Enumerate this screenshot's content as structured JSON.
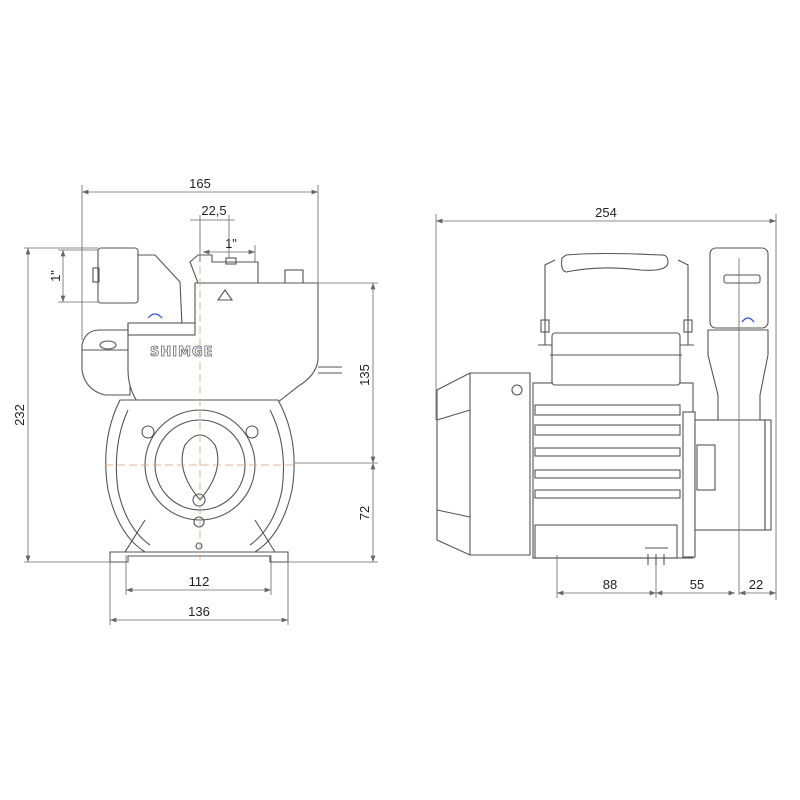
{
  "drawing": {
    "front_view": {
      "brand_logo": "SHIMGE",
      "dimensions": {
        "overall_width": "165",
        "outlet_offset": "22,5",
        "outlet_size": "1\"",
        "inlet_size": "1\"",
        "overall_height": "232",
        "shaft_to_top": "135",
        "shaft_height": "72",
        "foot_hole_spacing": "112",
        "foot_width": "136"
      }
    },
    "side_view": {
      "dimensions": {
        "overall_length": "254",
        "foot_hole_to_hole": "88",
        "hole_to_outlet": "55",
        "outlet_to_end": "22"
      }
    },
    "colors": {
      "outline": "#555555",
      "centerline": "#d9a27a",
      "accent": "#3355cc"
    }
  }
}
